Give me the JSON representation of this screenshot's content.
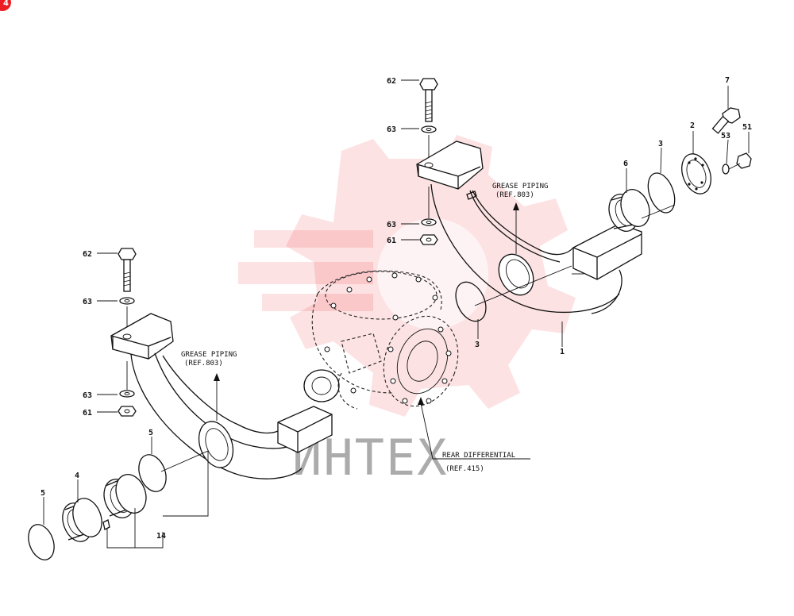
{
  "badge": {
    "label": "4"
  },
  "watermark": {
    "text": "ИНТЕХ",
    "color": "#ec1c24"
  },
  "callouts": {
    "c62_top": "62",
    "c63_top1": "63",
    "c63_top2": "63",
    "c61_top": "61",
    "c62_left": "62",
    "c63_left1": "63",
    "c63_left2": "63",
    "c61_left": "61",
    "c7": "7",
    "c2": "2",
    "c51": "51",
    "c53": "53",
    "c3_right": "3",
    "c6": "6",
    "c1": "1",
    "c3_center": "3",
    "c5_mid": "5",
    "c4": "4",
    "c5_left": "5",
    "c14": "14"
  },
  "notes": {
    "grease_top": [
      "GREASE PIPING",
      "(REF.803)"
    ],
    "grease_left": [
      "GREASE PIPING",
      "(REF.803)"
    ],
    "rear_diff": [
      "REAR DIFFERENTIAL",
      "(REF.415)"
    ]
  }
}
